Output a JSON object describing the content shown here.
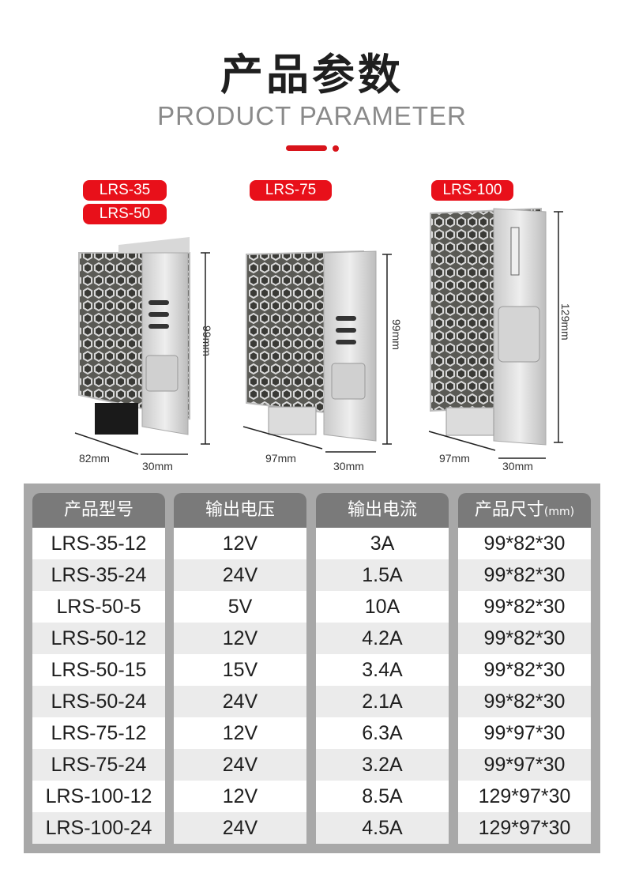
{
  "header": {
    "title": "产品参数",
    "subtitle": "PRODUCT PARAMETER"
  },
  "accent_color": "#e8101a",
  "products": [
    {
      "tags": [
        "LRS-35",
        "LRS-50"
      ],
      "height": "99mm",
      "depth": "82mm",
      "width": "30mm"
    },
    {
      "tags": [
        "LRS-75"
      ],
      "height": "99mm",
      "depth": "97mm",
      "width": "30mm"
    },
    {
      "tags": [
        "LRS-100"
      ],
      "height": "129mm",
      "depth": "97mm",
      "width": "30mm"
    }
  ],
  "table": {
    "headers": [
      "产品型号",
      "输出电压",
      "输出电流",
      "产品尺寸"
    ],
    "size_unit": "(mm)",
    "rows": [
      [
        "LRS-35-12",
        "12V",
        "3A",
        "99*82*30"
      ],
      [
        "LRS-35-24",
        "24V",
        "1.5A",
        "99*82*30"
      ],
      [
        "LRS-50-5",
        "5V",
        "10A",
        "99*82*30"
      ],
      [
        "LRS-50-12",
        "12V",
        "4.2A",
        "99*82*30"
      ],
      [
        "LRS-50-15",
        "15V",
        "3.4A",
        "99*82*30"
      ],
      [
        "LRS-50-24",
        "24V",
        "2.1A",
        "99*82*30"
      ],
      [
        "LRS-75-12",
        "12V",
        "6.3A",
        "99*97*30"
      ],
      [
        "LRS-75-24",
        "24V",
        "3.2A",
        "99*97*30"
      ],
      [
        "LRS-100-12",
        "12V",
        "8.5A",
        "129*97*30"
      ],
      [
        "LRS-100-24",
        "24V",
        "4.5A",
        "129*97*30"
      ]
    ]
  }
}
